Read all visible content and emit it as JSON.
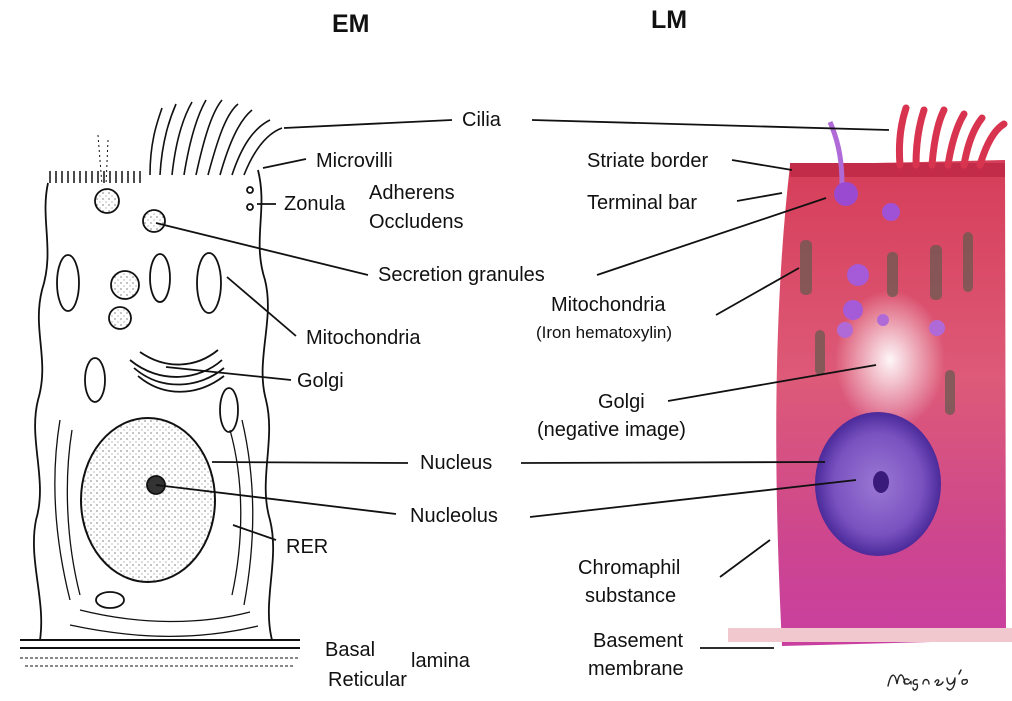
{
  "headings": {
    "em": "EM",
    "lm": "LM"
  },
  "labels": {
    "cilia": "Cilia",
    "microvilli": "Microvilli",
    "zonula": "Zonula",
    "adherens": "Adherens",
    "occludens": "Occludens",
    "striate_border": "Striate border",
    "terminal_bar": "Terminal bar",
    "secretion_granules": "Secretion granules",
    "mitochondria_em": "Mitochondria",
    "mitochondria_lm": "Mitochondria",
    "iron_hematoxylin": "(Iron hematoxylin)",
    "golgi_em": "Golgi",
    "golgi_lm": "Golgi",
    "negative_image": "(negative image)",
    "nucleus": "Nucleus",
    "nucleolus": "Nucleolus",
    "rer": "RER",
    "chromaphil": "Chromaphil",
    "substance": "substance",
    "basement": "Basement",
    "membrane": "membrane",
    "basal": "Basal",
    "lamina": "lamina",
    "reticular": "Reticular"
  },
  "signature": "Magney '80",
  "colors": {
    "lm_cell": "#d84a6a",
    "lm_apex": "#c8324e",
    "lm_base": "#c93a9a",
    "nucleus_lm": "#6a34b8",
    "granule_lm": "#9a4ad0",
    "ink": "#111111"
  }
}
